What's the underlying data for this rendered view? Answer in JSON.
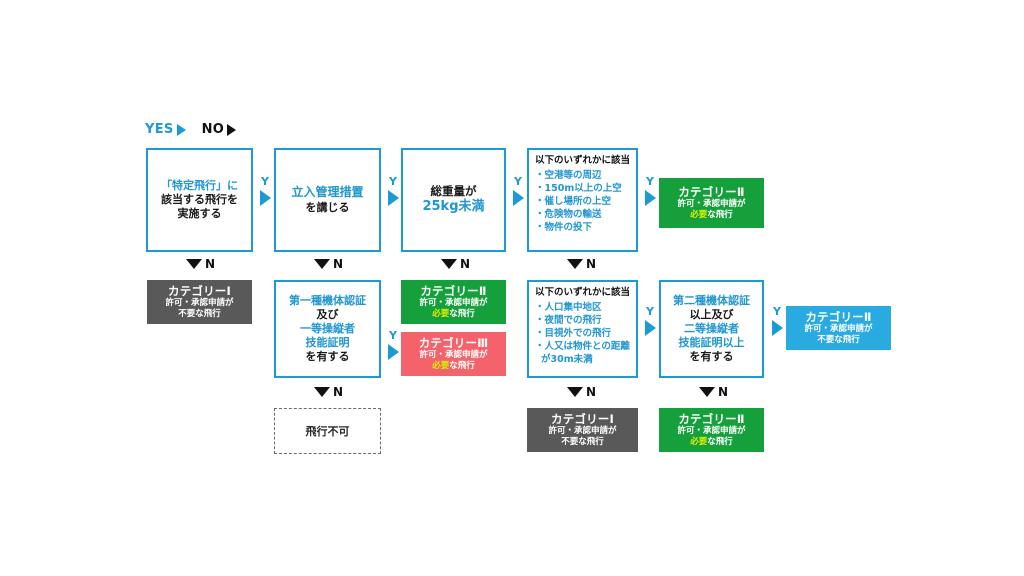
{
  "legend": {
    "yes": {
      "label": "YES",
      "color": "#1b9ad6",
      "icon": "triangle-right-icon"
    },
    "no": {
      "label": "NO",
      "color": "#111111",
      "icon": "triangle-right-icon"
    }
  },
  "branch_labels": {
    "yes": "Y",
    "no": "N"
  },
  "colors": {
    "question_border": "#1b9ad6",
    "question_accent": "#2196cf",
    "category1_gray": "#595959",
    "category2_green": "#16a03c",
    "category3_red": "#f4636b",
    "category2_cyan": "#29abe2",
    "highlight_yellow": "#d9f000",
    "dashed_border": "#6b6b6b"
  },
  "nodes": {
    "q_tokutei": {
      "lines": [
        {
          "text": "「特定飛行」に",
          "accent": true
        },
        {
          "text": "該当する飛行を",
          "accent": false
        },
        {
          "text": "実施する",
          "accent": false
        }
      ]
    },
    "q_tachiiri": {
      "lines": [
        {
          "text": "立入管理措置",
          "accent": true
        },
        {
          "text": "を講じる",
          "accent": false
        }
      ]
    },
    "q_juryo": {
      "lines": [
        {
          "text": "総重量が",
          "accent": false
        },
        {
          "text": "25kg未満",
          "accent": true
        }
      ]
    },
    "q_list_top": {
      "header": "以下のいずれかに該当",
      "items": [
        "・空港等の周辺",
        "・150m以上の上空",
        "・催し場所の上空",
        "・危険物の輸送",
        "・物件の投下"
      ]
    },
    "q_list_bottom": {
      "header": "以下のいずれかに該当",
      "items": [
        "・人口集中地区",
        "・夜間での飛行",
        "・目視外での飛行",
        "・人又は物件との距離",
        "が30m未満"
      ]
    },
    "q_dai1shu": {
      "lines": [
        {
          "text": "第一種機体認証",
          "accent": true
        },
        {
          "text": "及び",
          "accent": false
        },
        {
          "text": "一等操縦者",
          "accent": true
        },
        {
          "text": "技能証明",
          "accent": true
        },
        {
          "text": "を有する",
          "accent": false
        }
      ]
    },
    "q_dai2shu": {
      "lines": [
        {
          "text": "第二種機体認証",
          "accent": true
        },
        {
          "text": "以上及び",
          "accent": false
        },
        {
          "text": "二等操縦者",
          "accent": true
        },
        {
          "text": "技能証明以上",
          "accent": true
        },
        {
          "text": "を有する",
          "accent": false
        }
      ]
    },
    "r_cat2_green_top": {
      "category": "カテゴリーⅡ",
      "line2": "許可・承認申請が",
      "emphasis": "必要",
      "line3_tail": "な飛行"
    },
    "r_cat1_gray_left": {
      "category": "カテゴリーⅠ",
      "line2": "許可・承認申請が",
      "emphasis": "不要",
      "line3_tail": "な飛行"
    },
    "r_cat2_green_mid": {
      "category": "カテゴリーⅡ",
      "line2": "許可・承認申請が",
      "emphasis": "必要",
      "line3_tail": "な飛行"
    },
    "r_cat3_red": {
      "category": "カテゴリーⅢ",
      "line2": "許可・承認申請が",
      "emphasis": "必要",
      "line3_tail": "な飛行"
    },
    "r_cat2_cyan": {
      "category": "カテゴリーⅡ",
      "line2": "許可・承認申請が",
      "emphasis": "不要",
      "line3_tail": "な飛行"
    },
    "r_cat1_gray_bottom": {
      "category": "カテゴリーⅠ",
      "line2": "許可・承認申請が",
      "emphasis": "不要",
      "line3_tail": "な飛行"
    },
    "r_cat2_green_bottom": {
      "category": "カテゴリーⅡ",
      "line2": "許可・承認申請が",
      "emphasis": "必要",
      "line3_tail": "な飛行"
    },
    "d_hikoufuka": {
      "label": "飛行不可"
    }
  }
}
